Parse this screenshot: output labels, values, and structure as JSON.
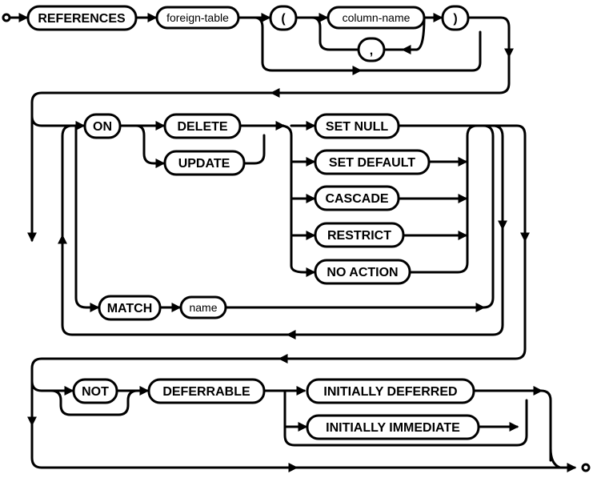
{
  "keywords": {
    "references": "REFERENCES",
    "lparen": "(",
    "rparen": ")",
    "comma": ",",
    "on": "ON",
    "delete": "DELETE",
    "update": "UPDATE",
    "set_null": "SET NULL",
    "set_default": "SET DEFAULT",
    "cascade": "CASCADE",
    "restrict": "RESTRICT",
    "no_action": "NO ACTION",
    "match": "MATCH",
    "not": "NOT",
    "deferrable": "DEFERRABLE",
    "initially_deferred": "INITIALLY DEFERRED",
    "initially_immediate": "INITIALLY IMMEDIATE"
  },
  "identifiers": {
    "foreign_table": "foreign-table",
    "column_name": "column-name",
    "name": "name"
  }
}
